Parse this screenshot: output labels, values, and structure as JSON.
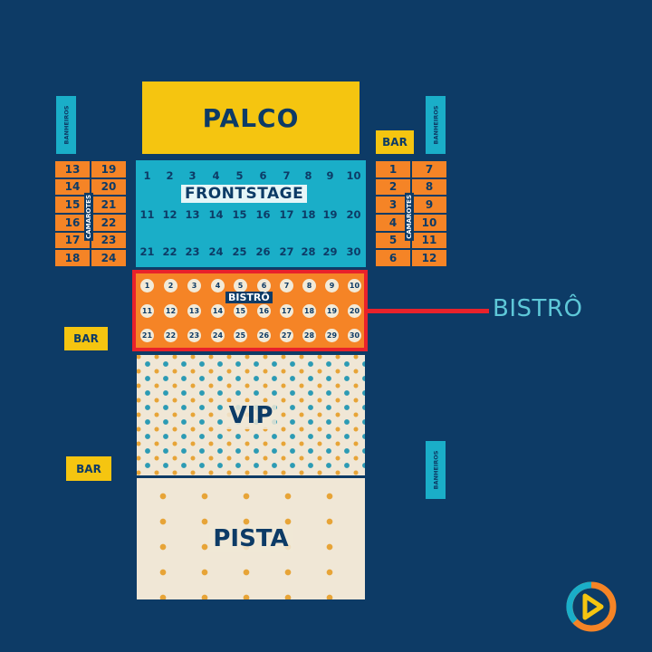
{
  "stage": {
    "label": "PALCO"
  },
  "bars": {
    "top_right": "BAR",
    "left_upper": "BAR",
    "left_lower": "BAR"
  },
  "restrooms": {
    "label": "BANHEIROS"
  },
  "camarotes": {
    "label": "CAMAROTES",
    "left": [
      [
        "13",
        "19"
      ],
      [
        "14",
        "20"
      ],
      [
        "15",
        "21"
      ],
      [
        "16",
        "22"
      ],
      [
        "17",
        "23"
      ],
      [
        "18",
        "24"
      ]
    ],
    "right": [
      [
        "1",
        "7"
      ],
      [
        "2",
        "8"
      ],
      [
        "3",
        "9"
      ],
      [
        "4",
        "10"
      ],
      [
        "5",
        "11"
      ],
      [
        "6",
        "12"
      ]
    ]
  },
  "frontstage": {
    "label": "FRONTSTAGE",
    "rows": [
      [
        "1",
        "2",
        "3",
        "4",
        "5",
        "6",
        "7",
        "8",
        "9",
        "10"
      ],
      [
        "11",
        "12",
        "13",
        "14",
        "15",
        "16",
        "17",
        "18",
        "19",
        "20"
      ],
      [
        "21",
        "22",
        "23",
        "24",
        "25",
        "26",
        "27",
        "28",
        "29",
        "30"
      ]
    ]
  },
  "bistro": {
    "label": "BISTRÔ",
    "callout": "BISTRÔ",
    "highlight_color": "#e8222b",
    "rows": [
      [
        "1",
        "2",
        "3",
        "4",
        "5",
        "6",
        "7",
        "8",
        "9",
        "10"
      ],
      [
        "11",
        "12",
        "13",
        "14",
        "15",
        "16",
        "17",
        "18",
        "19",
        "20"
      ],
      [
        "21",
        "22",
        "23",
        "24",
        "25",
        "26",
        "27",
        "28",
        "29",
        "30"
      ]
    ]
  },
  "vip": {
    "label": "VIP"
  },
  "pista": {
    "label": "PISTA"
  },
  "colors": {
    "background": "#0d3b66",
    "stage": "#f5c510",
    "frontstage": "#1aaec8",
    "camarote": "#f58426",
    "bistro": "#f58426",
    "zone_fill": "#f0e7d6"
  },
  "icons": {
    "brand": "brand-logo-icon"
  }
}
